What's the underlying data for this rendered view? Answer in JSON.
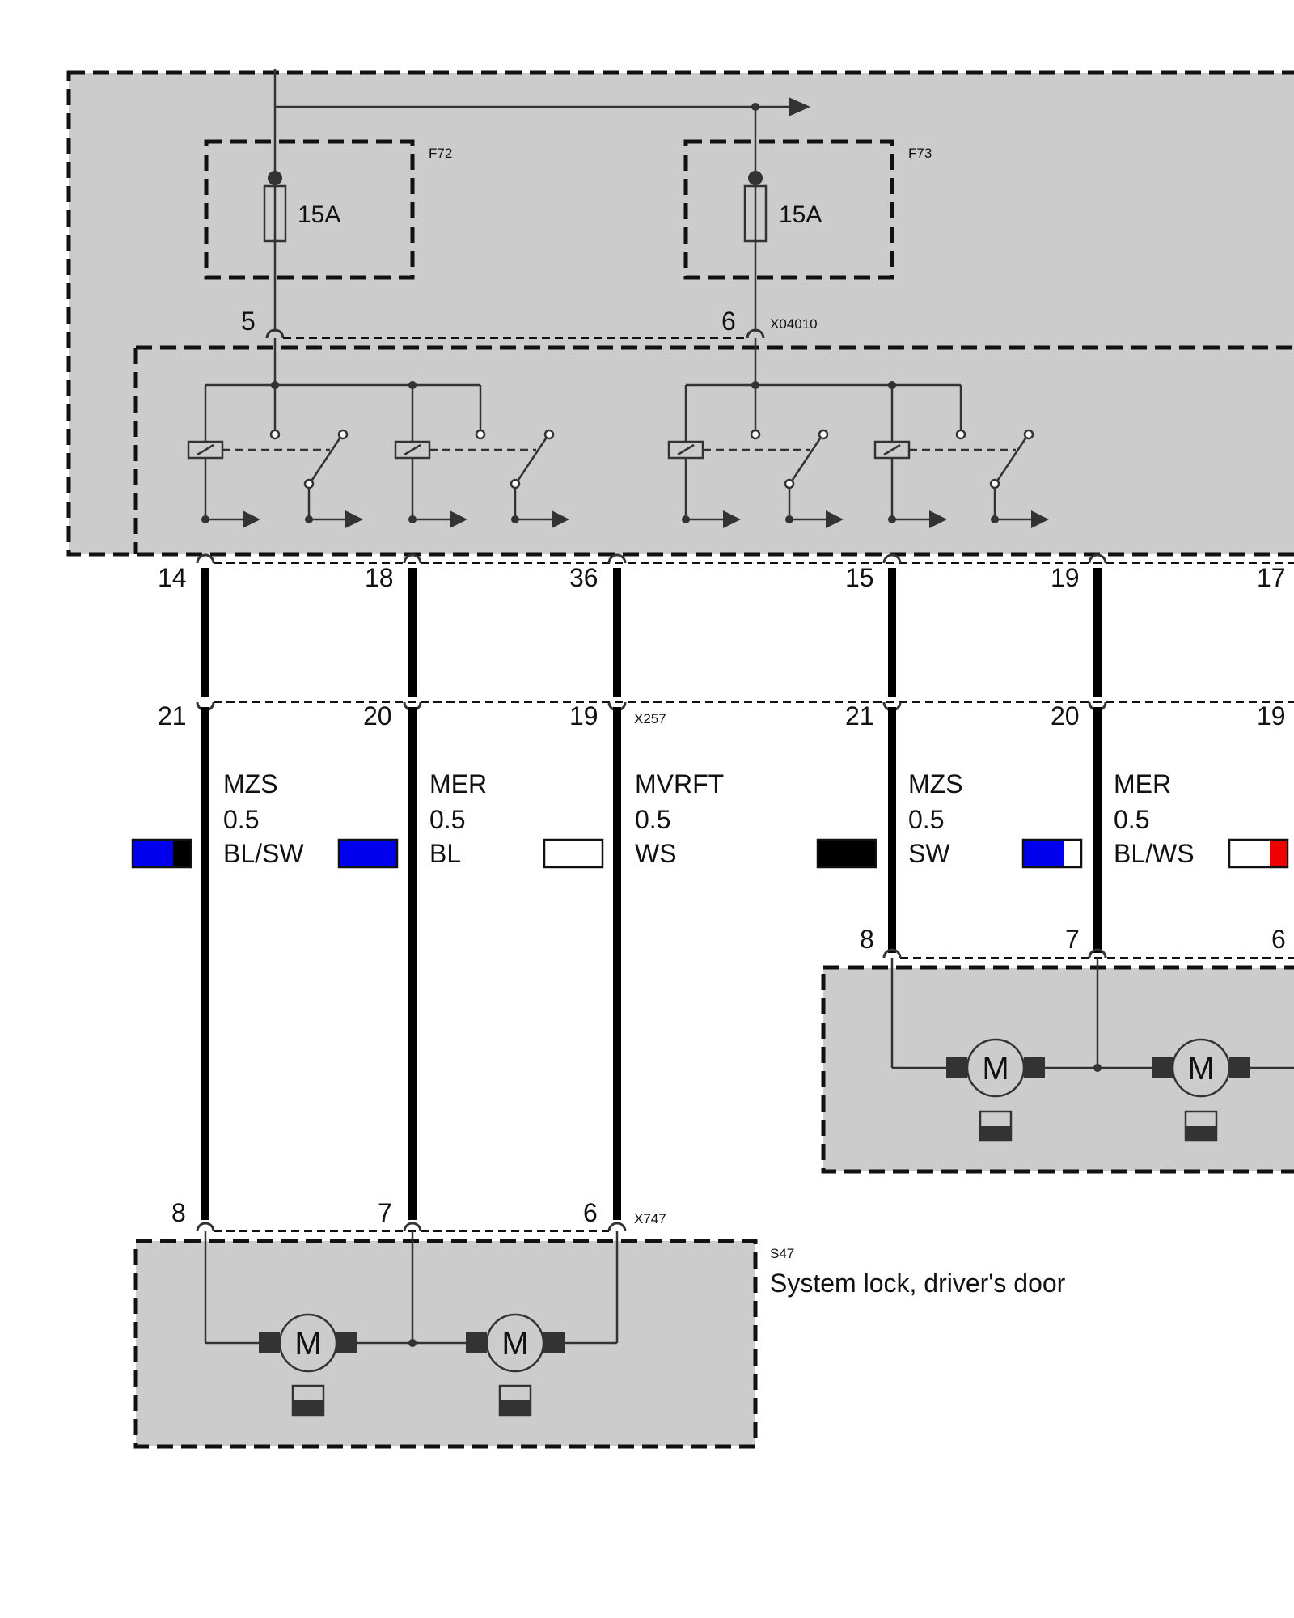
{
  "fuses": [
    {
      "id": "F72",
      "rating": "15A"
    },
    {
      "id": "F73",
      "rating": "15A"
    }
  ],
  "connectors": {
    "fuse_out": {
      "id": "X04010",
      "pins": [
        "5",
        "6"
      ]
    },
    "relay_out": {
      "pins": [
        "14",
        "18",
        "36",
        "15",
        "19",
        "17"
      ]
    },
    "inline": {
      "id": "X257",
      "pins_left": [
        "21",
        "20",
        "19"
      ],
      "pins_right": [
        "21",
        "20",
        "19"
      ]
    },
    "lock_left": {
      "id": "X747",
      "pins": [
        "8",
        "7",
        "6"
      ]
    },
    "lock_right": {
      "pins": [
        "8",
        "7",
        "6"
      ]
    }
  },
  "wires": [
    {
      "name": "MZS",
      "size": "0.5",
      "color_code": "BL/SW",
      "colors": [
        "#0000ee",
        "#000000"
      ]
    },
    {
      "name": "MER",
      "size": "0.5",
      "color_code": "BL",
      "colors": [
        "#0000ee"
      ]
    },
    {
      "name": "MVRFT",
      "size": "0.5",
      "color_code": "WS",
      "colors": [
        "#ffffff"
      ]
    },
    {
      "name": "MZS",
      "size": "0.5",
      "color_code": "SW",
      "colors": [
        "#000000"
      ]
    },
    {
      "name": "MER",
      "size": "0.5",
      "color_code": "BL/WS",
      "colors": [
        "#0000ee",
        "#ffffff"
      ]
    },
    {
      "name": "",
      "size": "",
      "color_code": "",
      "colors": [
        "#ffffff",
        "#ee0000"
      ]
    }
  ],
  "components": {
    "lock_left": {
      "id": "S47",
      "description": "System lock, driver's door"
    }
  },
  "motor_symbol": "M"
}
